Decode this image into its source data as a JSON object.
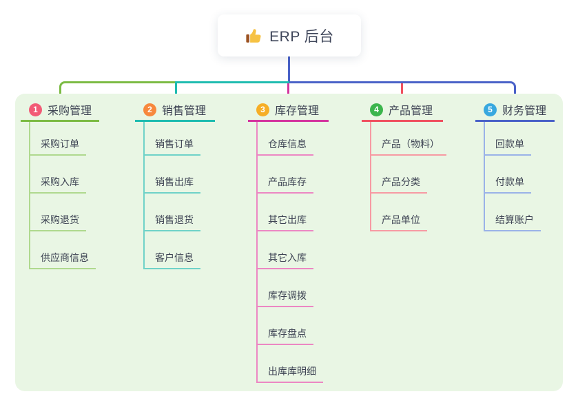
{
  "root": {
    "label": "ERP 后台",
    "icon": "thumbs-up-icon"
  },
  "colors": {
    "panel_bg": "#E9F6E4",
    "canvas_bg": "#FFFFFF",
    "text": "#3D4353",
    "root_text": "#3D4458"
  },
  "connectors": {
    "root_stem": "#4A62C8",
    "green": "#7CBB44",
    "teal": "#1FBCB0",
    "magenta": "#D4359F",
    "red": "#F05160",
    "blue": "#4A62C8"
  },
  "branches": [
    {
      "index": "1",
      "label": "采购管理",
      "color": "#7CBB44",
      "light_color": "#AFD98E",
      "badge_color": "#F25B76",
      "children": [
        "采购订单",
        "采购入库",
        "采购退货",
        "供应商信息"
      ]
    },
    {
      "index": "2",
      "label": "销售管理",
      "color": "#1FBCB0",
      "light_color": "#6FD2C8",
      "badge_color": "#F7883D",
      "children": [
        "销售订单",
        "销售出库",
        "销售退货",
        "客户信息"
      ]
    },
    {
      "index": "3",
      "label": "库存管理",
      "color": "#D4359F",
      "light_color": "#EC87C3",
      "badge_color": "#F6AE26",
      "children": [
        "仓库信息",
        "产品库存",
        "其它出库",
        "其它入库",
        "库存调拨",
        "库存盘点",
        "出库库明细"
      ]
    },
    {
      "index": "4",
      "label": "产品管理",
      "color": "#F05160",
      "light_color": "#F79AA3",
      "badge_color": "#3BB54C",
      "children": [
        "产品（物料）",
        "产品分类",
        "产品单位"
      ]
    },
    {
      "index": "5",
      "label": "财务管理",
      "color": "#4A62C8",
      "light_color": "#9AB2E8",
      "badge_color": "#38A8DF",
      "children": [
        "回款单",
        "付款单",
        "结算账户"
      ]
    }
  ]
}
